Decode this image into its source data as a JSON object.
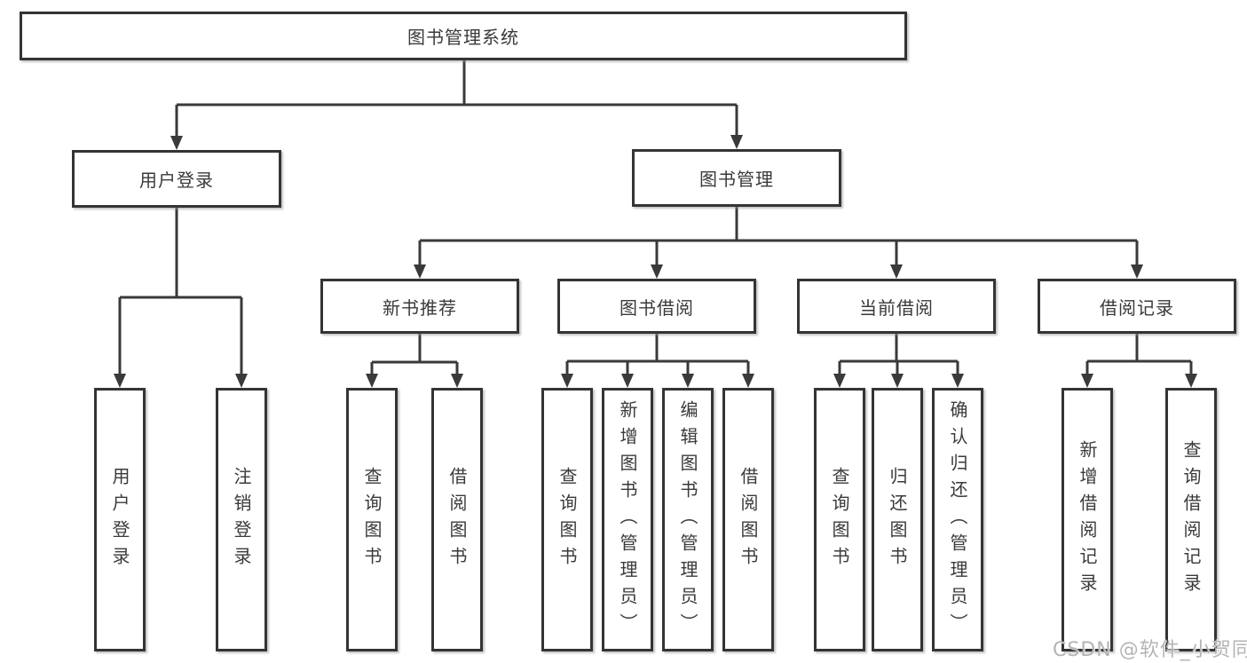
{
  "diagram": {
    "title": "图书管理系统",
    "branches": [
      {
        "label": "用户登录",
        "children": [
          {
            "label": "用户登录"
          },
          {
            "label": "注销登录"
          }
        ]
      },
      {
        "label": "图书管理",
        "children": [
          {
            "label": "新书推荐",
            "children": [
              {
                "label": "查询图书"
              },
              {
                "label": "借阅图书"
              }
            ]
          },
          {
            "label": "图书借阅",
            "children": [
              {
                "label": "查询图书"
              },
              {
                "label": "新增图书（管理员）"
              },
              {
                "label": "编辑图书（管理员）"
              },
              {
                "label": "借阅图书"
              }
            ]
          },
          {
            "label": "当前借阅",
            "children": [
              {
                "label": "查询图书"
              },
              {
                "label": "归还图书"
              },
              {
                "label": "确认归还（管理员）"
              }
            ]
          },
          {
            "label": "借阅记录",
            "children": [
              {
                "label": "新增借阅记录"
              },
              {
                "label": "查询借阅记录"
              }
            ]
          }
        ]
      }
    ],
    "watermark": "CSDN @软件_小贺同学",
    "colors": {
      "line": "#3a3a3a",
      "box_border": "#343434",
      "background": "#ffffff",
      "watermark_text": "#b4b4b4"
    }
  }
}
